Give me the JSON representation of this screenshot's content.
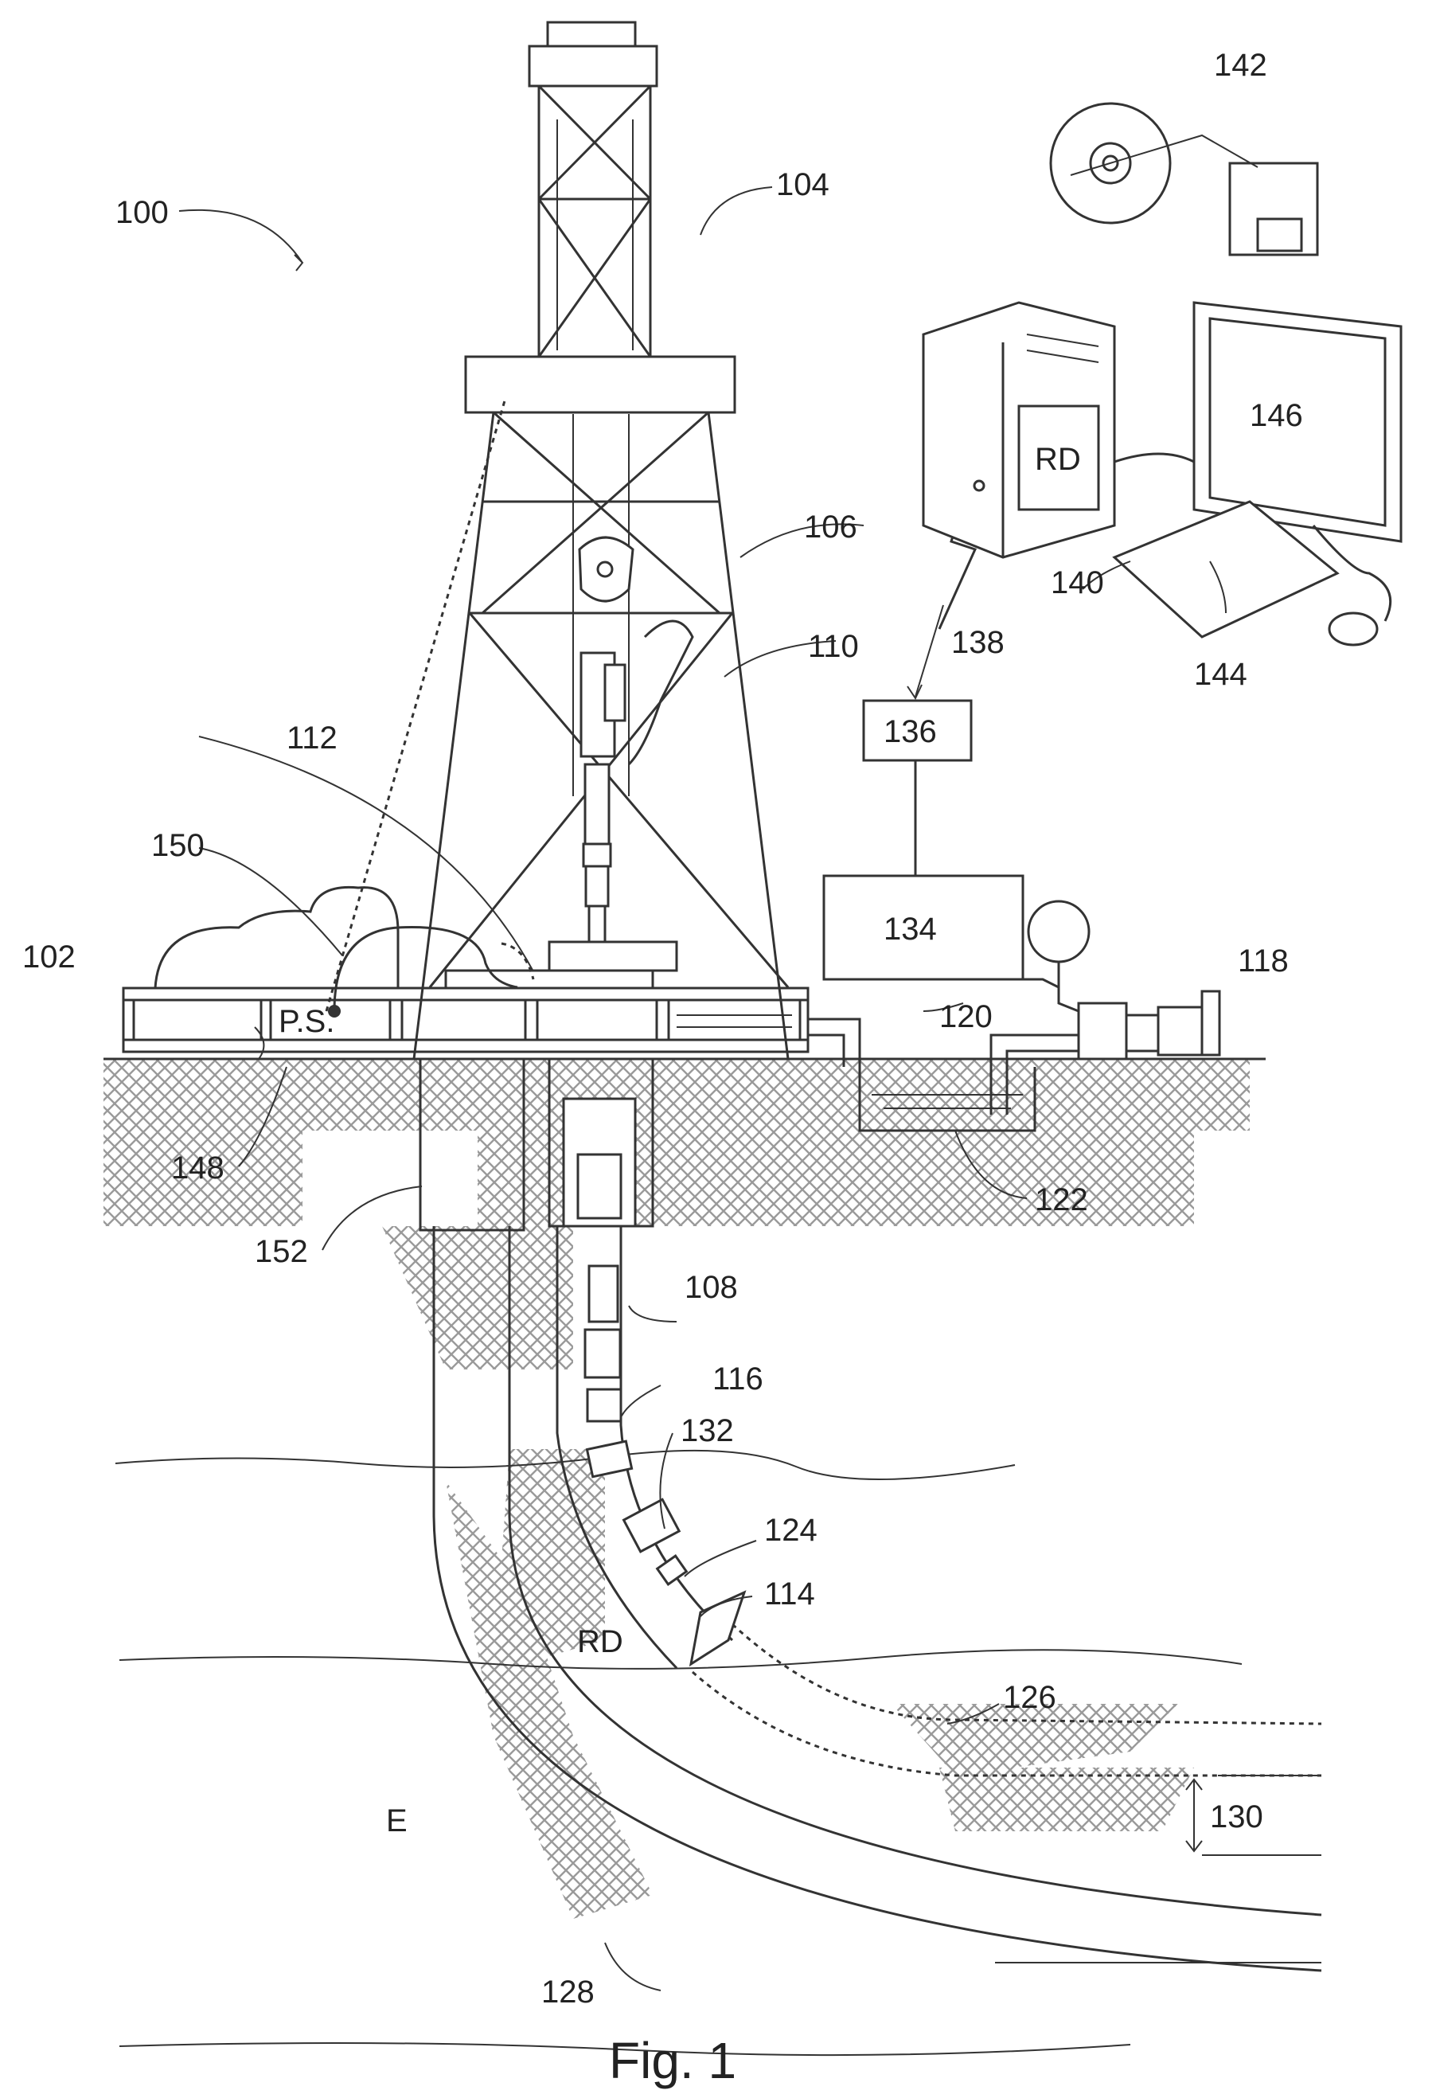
{
  "figure": {
    "caption": "Fig. 1",
    "labels": {
      "l100": "100",
      "l102": "102",
      "l104": "104",
      "l106": "106",
      "l108": "108",
      "l110": "110",
      "l112": "112",
      "l114": "114",
      "l116": "116",
      "l118": "118",
      "l120": "120",
      "l122": "122",
      "l124": "124",
      "l126": "126",
      "l128": "128",
      "l130": "130",
      "l132": "132",
      "l134": "134",
      "l136": "136",
      "l138": "138",
      "l140": "140",
      "l142": "142",
      "l144": "144",
      "l146": "146",
      "l148": "148",
      "l150": "150",
      "l152": "152"
    },
    "text": {
      "ps": "P.S.",
      "rd_computer": "RD",
      "rd_downhole": "RD",
      "formation": "E"
    }
  }
}
